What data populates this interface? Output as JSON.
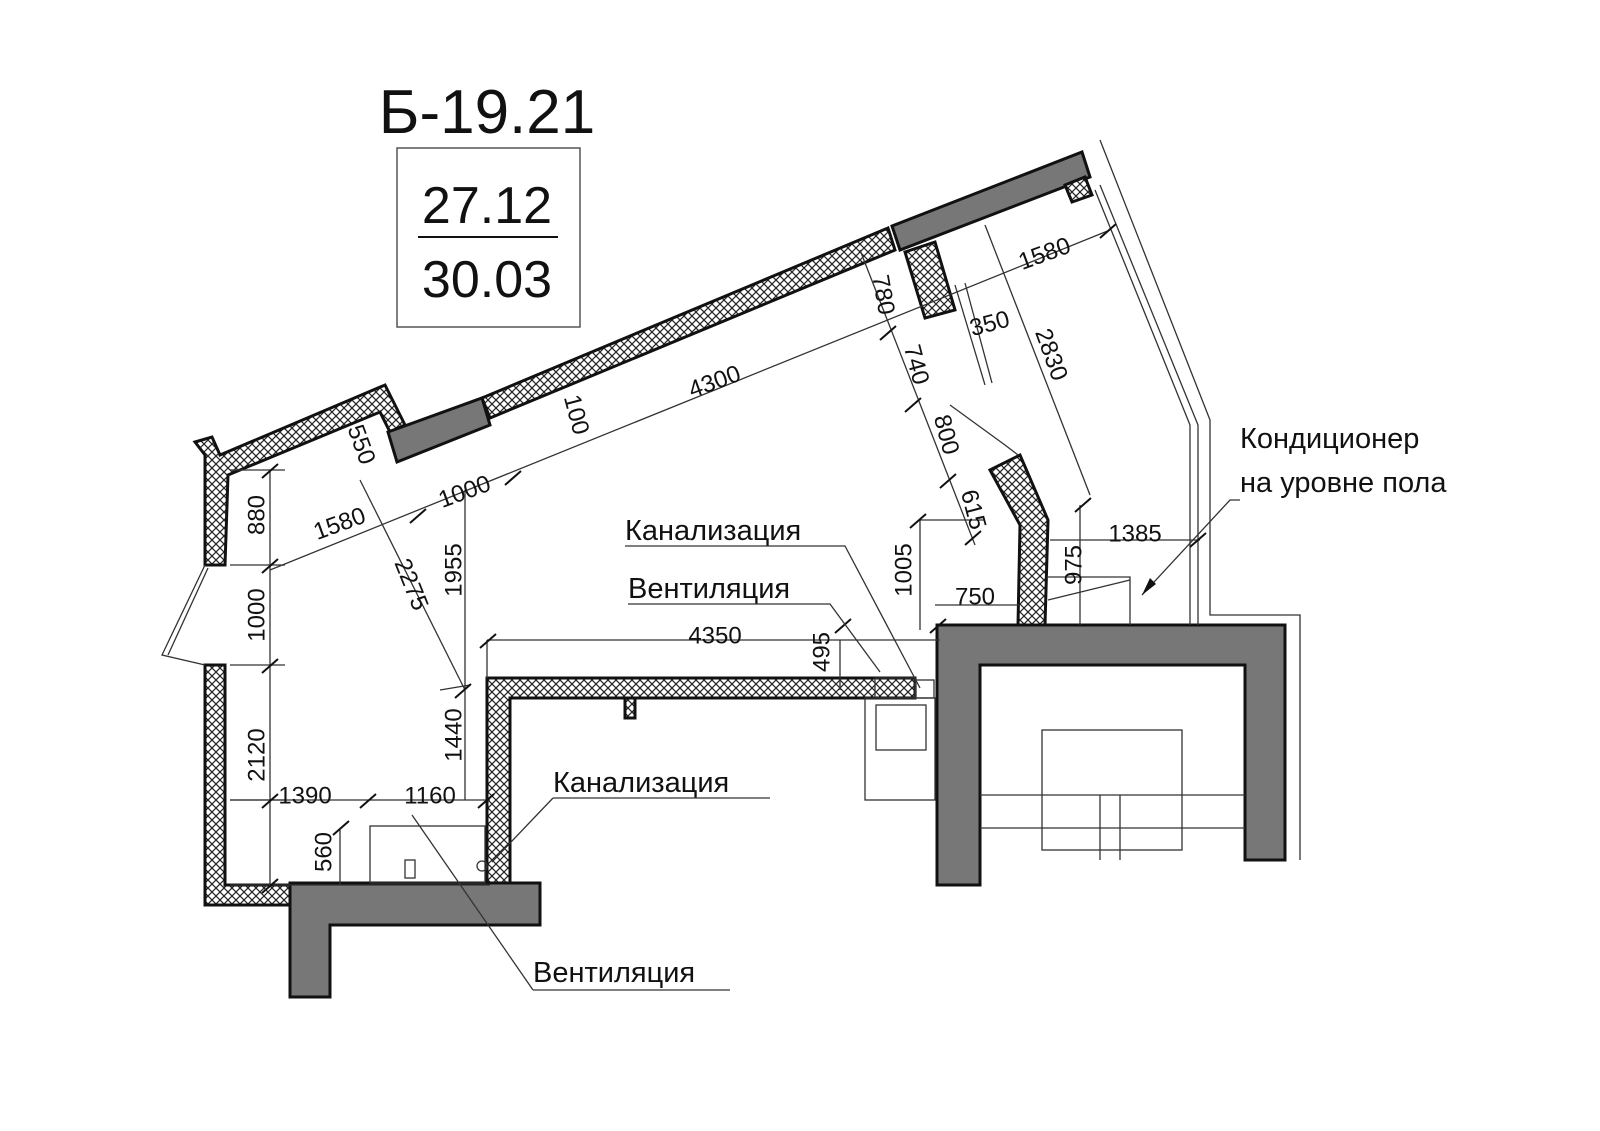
{
  "plan": {
    "unit_code": "Б-19.21",
    "area_living": "27.12",
    "area_total": "30.03"
  },
  "dimensions": [
    "1580",
    "780",
    "350",
    "2830",
    "4300",
    "740",
    "100",
    "800",
    "550",
    "1000",
    "615",
    "1385",
    "880",
    "1580",
    "2275",
    "1955",
    "975",
    "1005",
    "750",
    "1000",
    "4350",
    "495",
    "1440",
    "2120",
    "1390",
    "1160",
    "560"
  ],
  "annotations": {
    "sewer_1": "Канализация",
    "vent_1": "Вентиляция",
    "sewer_2": "Канализация",
    "vent_2": "Вентиляция",
    "ac_line1": "Кондиционер",
    "ac_line2": "на уровне пола"
  },
  "colors": {
    "wall_gray": "#777777",
    "line": "#111111"
  }
}
